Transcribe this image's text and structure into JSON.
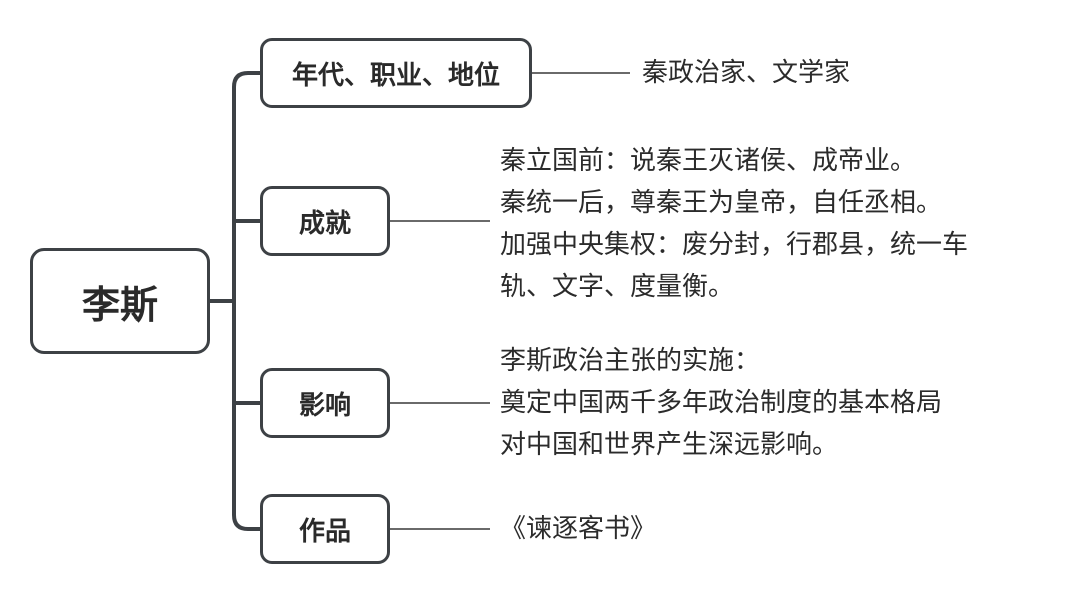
{
  "root": {
    "label": "李斯"
  },
  "branches": [
    {
      "label": "年代、职业、地位",
      "details": [
        "秦政治家、文学家"
      ]
    },
    {
      "label": "成就",
      "details": [
        "秦立国前：说秦王灭诸侯、成帝业。",
        "秦统一后，尊秦王为皇帝，自任丞相。",
        "加强中央集权：废分封，行郡县，统一车",
        "轨、文字、度量衡。"
      ]
    },
    {
      "label": "影响",
      "details": [
        "李斯政治主张的实施：",
        "奠定中国两千多年政治制度的基本格局",
        "对中国和世界产生深远影响。"
      ]
    },
    {
      "label": "作品",
      "details": [
        "《谏逐客书》"
      ]
    }
  ],
  "colors": {
    "node_border": "#3d4145",
    "connector": "#3d4145",
    "leaf_line": "#555555",
    "text": "#2b2b2b"
  }
}
